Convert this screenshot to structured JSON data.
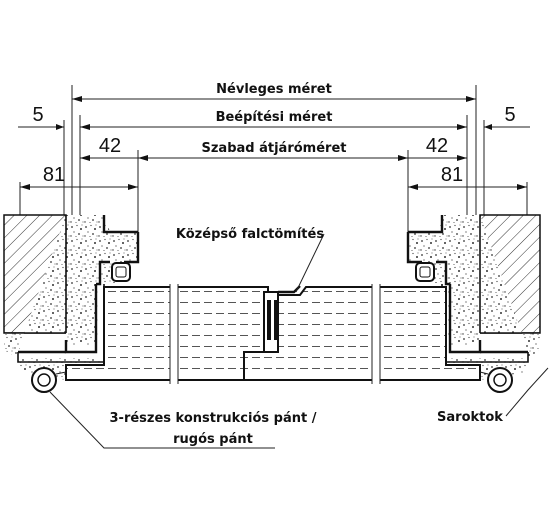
{
  "dimensions": {
    "nominal": "Névleges méret",
    "installation": "Beépítési méret",
    "clear_passage": "Szabad átjáróméret",
    "left_5": "5",
    "right_5": "5",
    "left_42": "42",
    "right_42": "42",
    "left_81": "81",
    "right_81": "81"
  },
  "labels": {
    "center_seal": "Középső falctömítés",
    "hinge_line1": "3-részes konstrukciós pánt /",
    "hinge_line2": "rugós pánt",
    "corner_frame": "Saroktok"
  }
}
